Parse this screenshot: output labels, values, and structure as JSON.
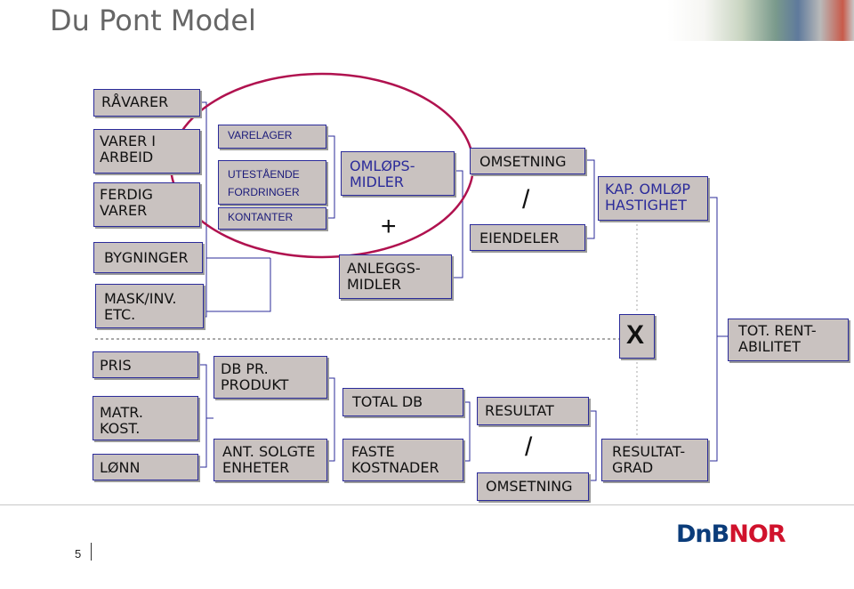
{
  "header": {
    "title": "Du Pont Model"
  },
  "colors": {
    "box_fill": "#c9c2c0",
    "box_border": "#2b2b9a",
    "ellipse": "#b0124f",
    "logo_blue": "#0b3c7a",
    "logo_red": "#d0122c"
  },
  "boxes": {
    "ravarer": "RÅVARER",
    "varer_i_arbeid": "VARER I\nARBEID",
    "ferdig_varer": "FERDIG\nVARER",
    "bygninger": "BYGNINGER",
    "mask_inv": "MASK/INV.\nETC.",
    "pris": "PRIS",
    "matr_kost": "MATR.\nKOST.",
    "lonn": "LØNN",
    "varelager": "VARELAGER",
    "utestaende": "UTESTÅENDE\nFORDRINGER",
    "kontanter": "KONTANTER",
    "db_pr_produkt": "DB PR.\nPRODUKT",
    "ant_solgte": "ANT. SOLGTE\nENHETER",
    "omlopsmidler": "OMLØPS-\nMIDLER",
    "anleggsmidler": "ANLEGGS-\nMIDLER",
    "total_db": "TOTAL DB",
    "faste_kostnader": "FASTE\nKOSTNADER",
    "omsetning_top": "OMSETNING",
    "eiendeler": "EIENDELER",
    "resultat": "RESULTAT",
    "omsetning_bottom": "OMSETNING",
    "kap_omlop": "KAP. OMLØP\nHASTIGHET",
    "resultatgrad": "RESULTAT-\nGRAD",
    "x": "X",
    "tot_rentabilitet": "TOT. RENT-\nABILITET"
  },
  "operators": {
    "plus": "+",
    "div_top": "/",
    "div_bottom": "/"
  },
  "footer": {
    "page_number": "5",
    "logo_a": "DnB",
    "logo_b": "NOR"
  }
}
